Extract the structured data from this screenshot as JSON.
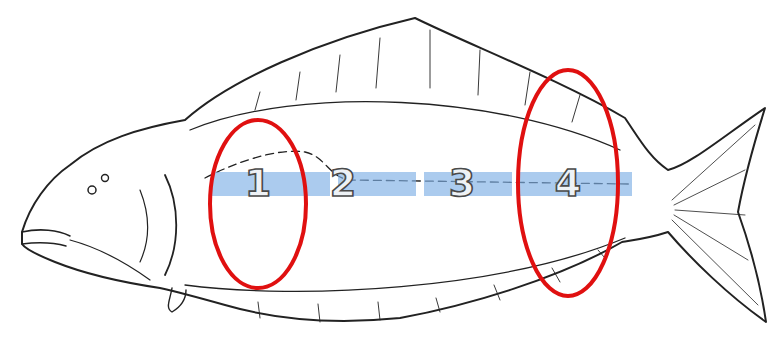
{
  "diagram": {
    "nodes": [
      {
        "text": [
          "1"
        ]
      },
      {
        "text": [
          "4"
        ]
      }
    ],
    "labels": [
      "2",
      "3"
    ]
  }
}
